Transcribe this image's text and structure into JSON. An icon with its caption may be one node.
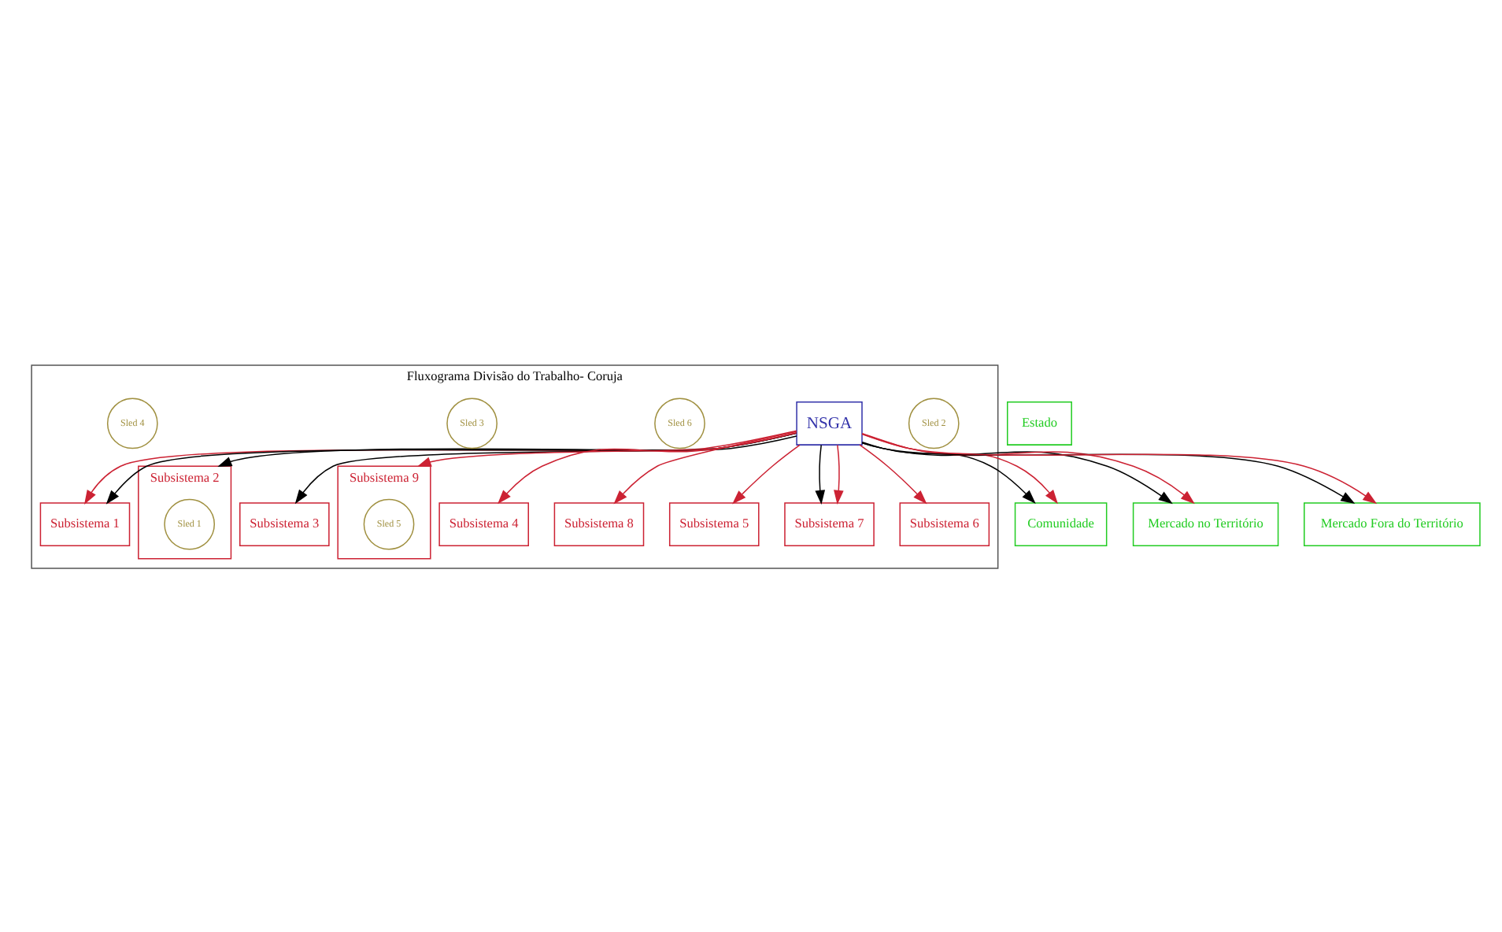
{
  "diagram": {
    "nodes": [
      {
        "text": [
          "Fluxograma Divisão do Trabalho- Coruja"
        ]
      },
      {
        "text": [
          "Subsistema 1"
        ],
        "in": 0
      },
      {
        "text": [
          "Subsistema 2"
        ],
        "in": 0
      },
      {
        "text": [
          "Sled 1"
        ],
        "in": 2
      },
      {
        "text": [
          "Subsistema 3"
        ],
        "in": 0
      },
      {
        "text": [
          "Sled 2"
        ],
        "in": 0
      },
      {
        "text": [
          "Subsistema 9"
        ],
        "in": 0
      },
      {
        "text": [
          "Sled 5"
        ],
        "in": 6
      },
      {
        "text": [
          "NSGA"
        ],
        "in": 0
      },
      {
        "text": [
          "Subsistema 4"
        ],
        "in": 0
      },
      {
        "text": [
          "Comunidade"
        ]
      },
      {
        "text": [
          "Estado"
        ]
      },
      {
        "text": [
          "Subsistema 8"
        ],
        "in": 0
      },
      {
        "text": [
          "Subsistema 5"
        ],
        "in": 0
      },
      {
        "text": [
          "Sled 6"
        ],
        "in": 0
      },
      {
        "text": [
          "Sled 3"
        ],
        "in": 0
      },
      {
        "text": [
          "Subsistema 7"
        ],
        "in": 0
      },
      {
        "text": [
          "Subsistema 6"
        ],
        "in": 0
      },
      {
        "text": [
          "Sled 4"
        ],
        "in": 0
      },
      {
        "text": [
          "Mercado no Território"
        ]
      },
      {
        "text": [
          "Mercado Fora do Território"
        ]
      }
    ],
    "edges": [
      {
        "from": 8,
        "to": 1,
        "arrow": "to"
      },
      {
        "from": 8,
        "to": 1,
        "arrow": "to",
        "color": "#000000"
      },
      {
        "from": 8,
        "to": 2,
        "arrow": "to",
        "color": "#000000"
      },
      {
        "from": 8,
        "to": 4,
        "arrow": "to",
        "color": "#000000"
      },
      {
        "from": 8,
        "to": 6,
        "arrow": "to"
      },
      {
        "from": 8,
        "to": 10,
        "arrow": "to",
        "color": "#000000"
      },
      {
        "from": 8,
        "to": 10,
        "arrow": "to"
      },
      {
        "from": 8,
        "to": 9,
        "arrow": "to"
      },
      {
        "from": 8,
        "to": 12,
        "arrow": "to"
      },
      {
        "from": 8,
        "to": 13,
        "arrow": "to"
      },
      {
        "from": 8,
        "to": 16,
        "arrow": "to",
        "color": "#000000"
      },
      {
        "from": 8,
        "to": 16,
        "arrow": "to"
      },
      {
        "from": 8,
        "to": 17,
        "arrow": "to"
      },
      {
        "from": 8,
        "to": 19,
        "arrow": "to",
        "color": "#000000"
      },
      {
        "from": 8,
        "to": 19,
        "arrow": "to"
      },
      {
        "from": 8,
        "to": 20,
        "arrow": "to",
        "color": "#000000"
      },
      {
        "from": 8,
        "to": 20,
        "arrow": "to"
      }
    ]
  }
}
